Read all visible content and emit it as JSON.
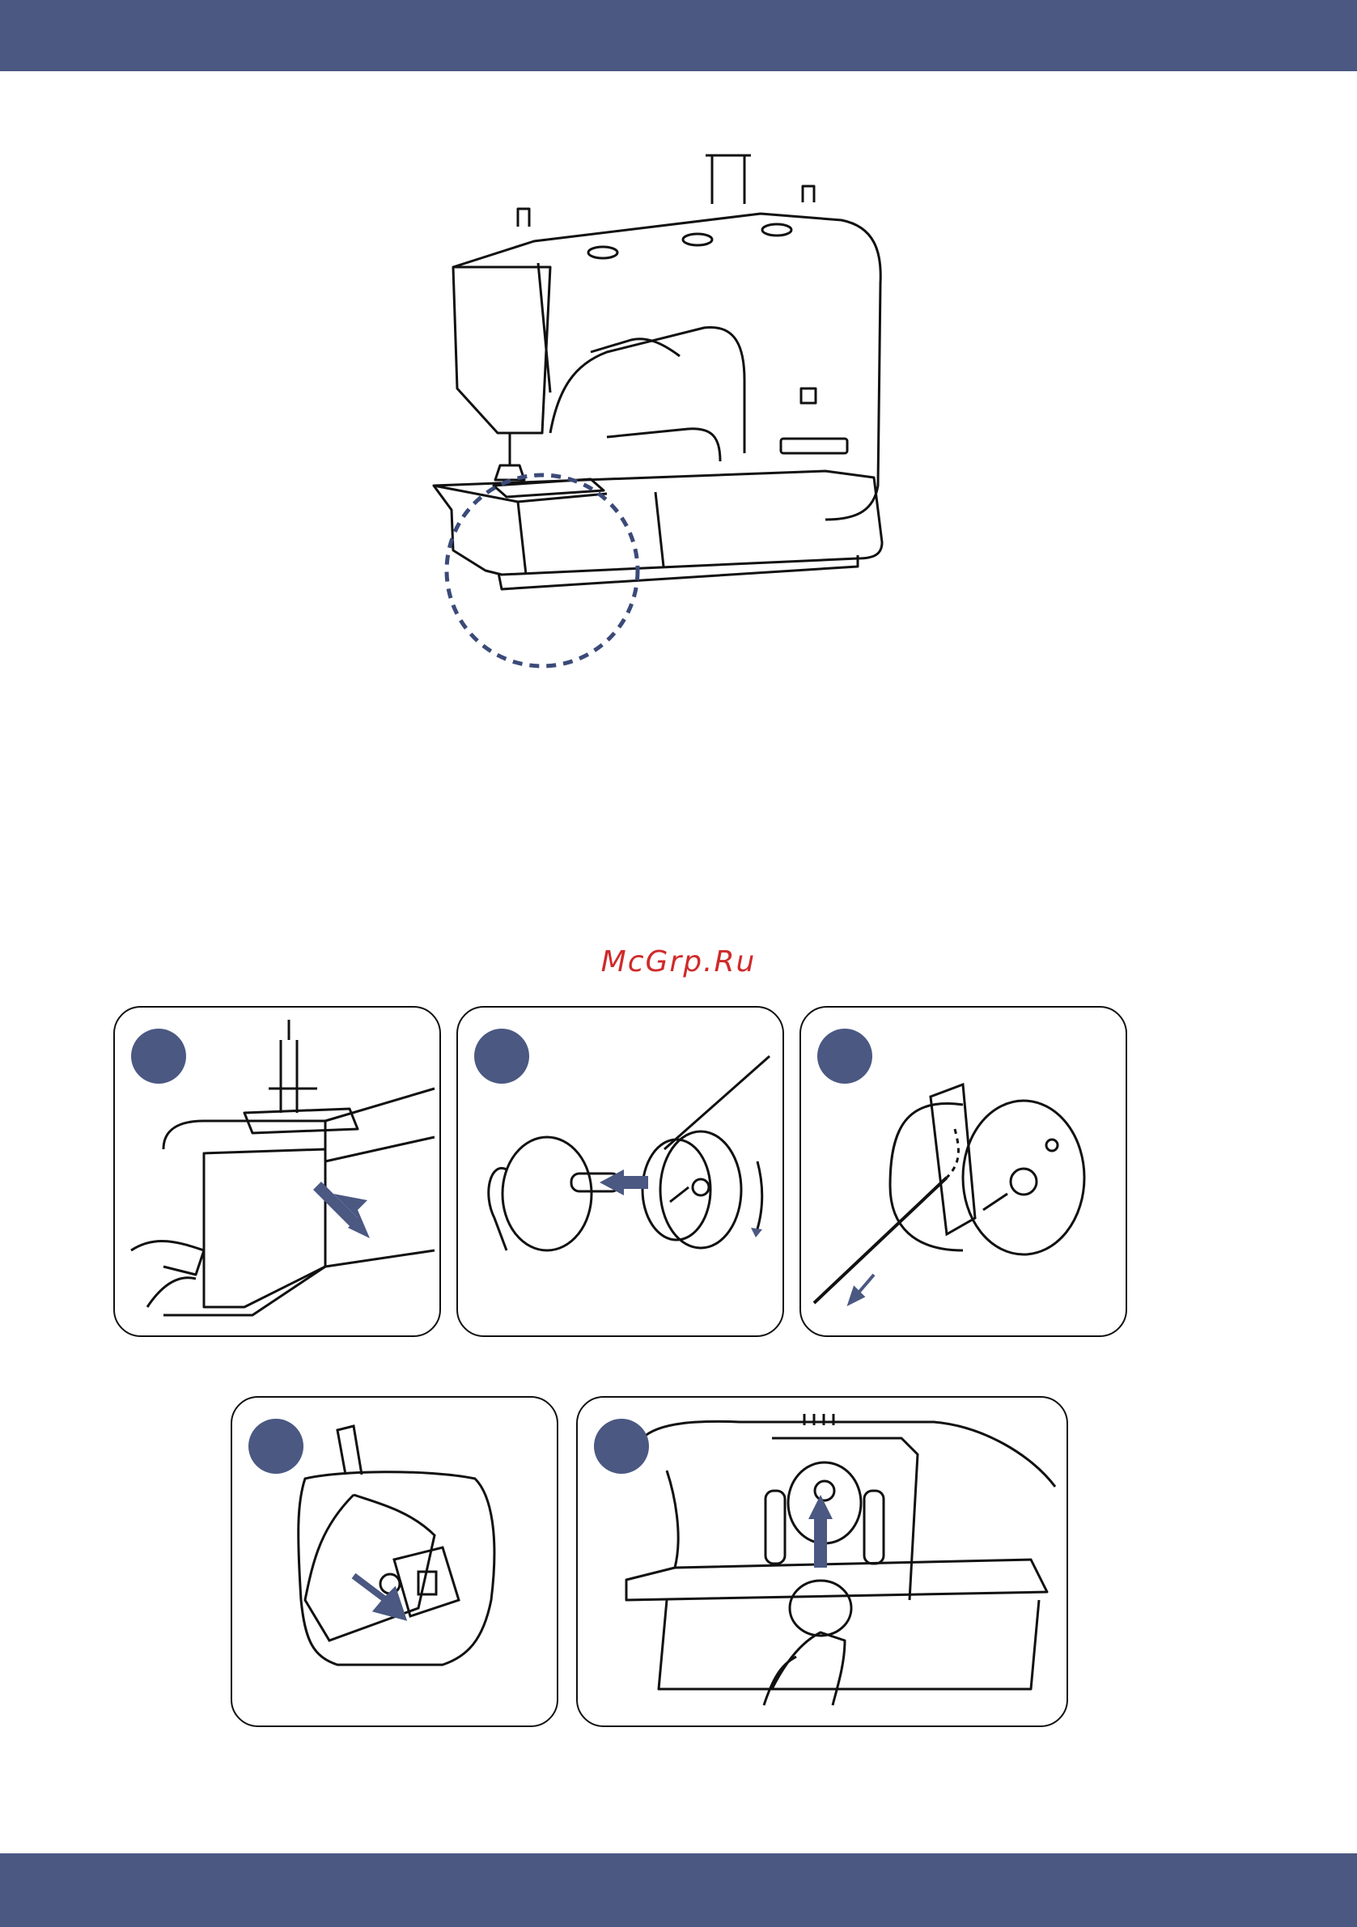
{
  "watermark": "McGrp.Ru",
  "colors": {
    "header_band": "#4a5882",
    "footer_band": "#4a5882",
    "step_badge": "#4a5882",
    "arrow": "#4a5882",
    "highlight_circle": "#4a5882",
    "watermark": "#cf2a2a"
  },
  "hero": {
    "subject": "sewing-machine",
    "highlight": "free-arm-bobbin-area"
  },
  "steps": [
    {
      "illustration": "open-bobbin-cover",
      "badge": ""
    },
    {
      "illustration": "insert-bobbin-into-case",
      "badge": ""
    },
    {
      "illustration": "thread-through-tension-spring",
      "badge": ""
    },
    {
      "illustration": "hold-latch-of-bobbin-case",
      "badge": ""
    },
    {
      "illustration": "insert-bobbin-case-into-hook",
      "badge": ""
    }
  ]
}
